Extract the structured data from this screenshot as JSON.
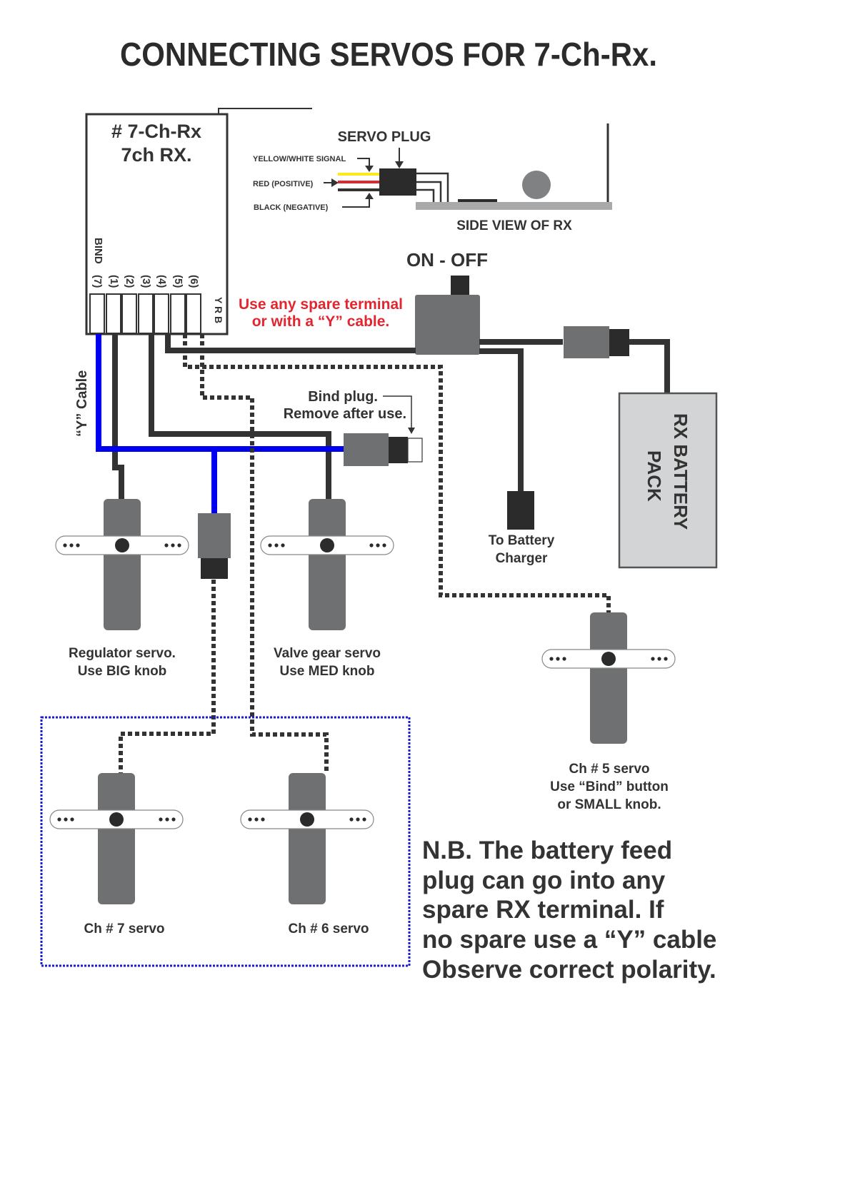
{
  "title": "CONNECTING SERVOS FOR 7-Ch-Rx.",
  "receiver": {
    "line1": "# 7-Ch-Rx",
    "line2": "7ch RX.",
    "bind_label": "BIND",
    "channels": [
      "(7)",
      "(1)",
      "(2)",
      "(3)",
      "(4)",
      "(5)",
      "(6)"
    ],
    "polarity_label": "Y R B"
  },
  "servo_plug": {
    "title": "SERVO PLUG",
    "signal_label": "YELLOW/WHITE SIGNAL",
    "positive_label": "RED (POSITIVE)",
    "negative_label": "BLACK (NEGATIVE)",
    "wire_colors": {
      "signal": "#ffe81a",
      "positive": "#e2262f",
      "negative": "#333333"
    }
  },
  "side_view": {
    "label": "SIDE VIEW OF RX"
  },
  "switch": {
    "label": "ON - OFF"
  },
  "spare_note": {
    "line1": "Use any spare terminal",
    "line2": "or with a “Y” cable."
  },
  "y_cable": {
    "label": "“Y”  Cable",
    "color": "#0000ee"
  },
  "bind_plug": {
    "line1": "Bind plug.",
    "line2": "Remove after use."
  },
  "battery": {
    "line1": "RX BATTERY",
    "line2": "PACK"
  },
  "charger": {
    "line1": "To Battery",
    "line2": "Charger"
  },
  "servos": [
    {
      "id": "regulator",
      "line1": "Regulator servo.",
      "line2": "Use BIG knob"
    },
    {
      "id": "valve",
      "line1": "Valve gear servo",
      "line2": "Use MED knob"
    },
    {
      "id": "ch5",
      "line1": "Ch # 5 servo",
      "line2": "Use “Bind” button",
      "line3": "or SMALL knob."
    },
    {
      "id": "ch7",
      "line1": "Ch # 7 servo"
    },
    {
      "id": "ch6",
      "line1": "Ch # 6 servo"
    }
  ],
  "note": {
    "lines": [
      "N.B. The battery feed",
      "plug can go into any",
      "spare RX terminal.  If",
      "no spare use a “Y” cable",
      "Observe correct polarity."
    ]
  }
}
